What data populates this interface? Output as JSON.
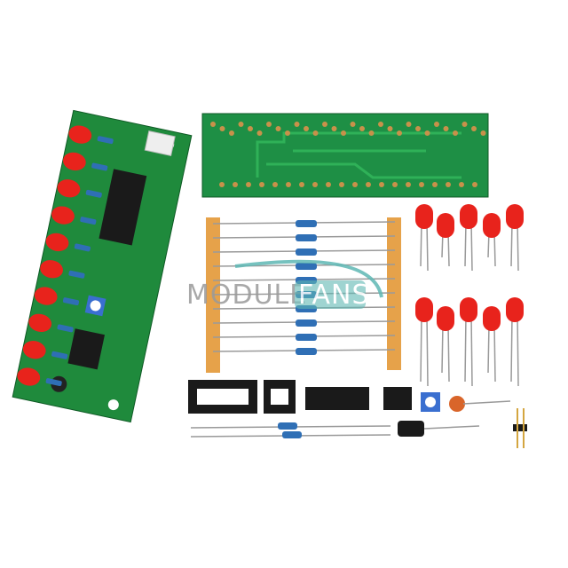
{
  "watermark": {
    "part1": "MODULE",
    "part2": "FANS"
  },
  "colors": {
    "pcb_green": "#1f8a3c",
    "led_red": "#e8231c",
    "resistor_blue": "#2f6fb5",
    "tape": "#e6a24a",
    "ic_black": "#1a1a1a",
    "watermark_gray": "#9a9a9a",
    "watermark_teal": "#5fb8b4"
  },
  "photo": {
    "assembled_board_leds": 10,
    "loose_leds": 10,
    "resistors": 10
  }
}
